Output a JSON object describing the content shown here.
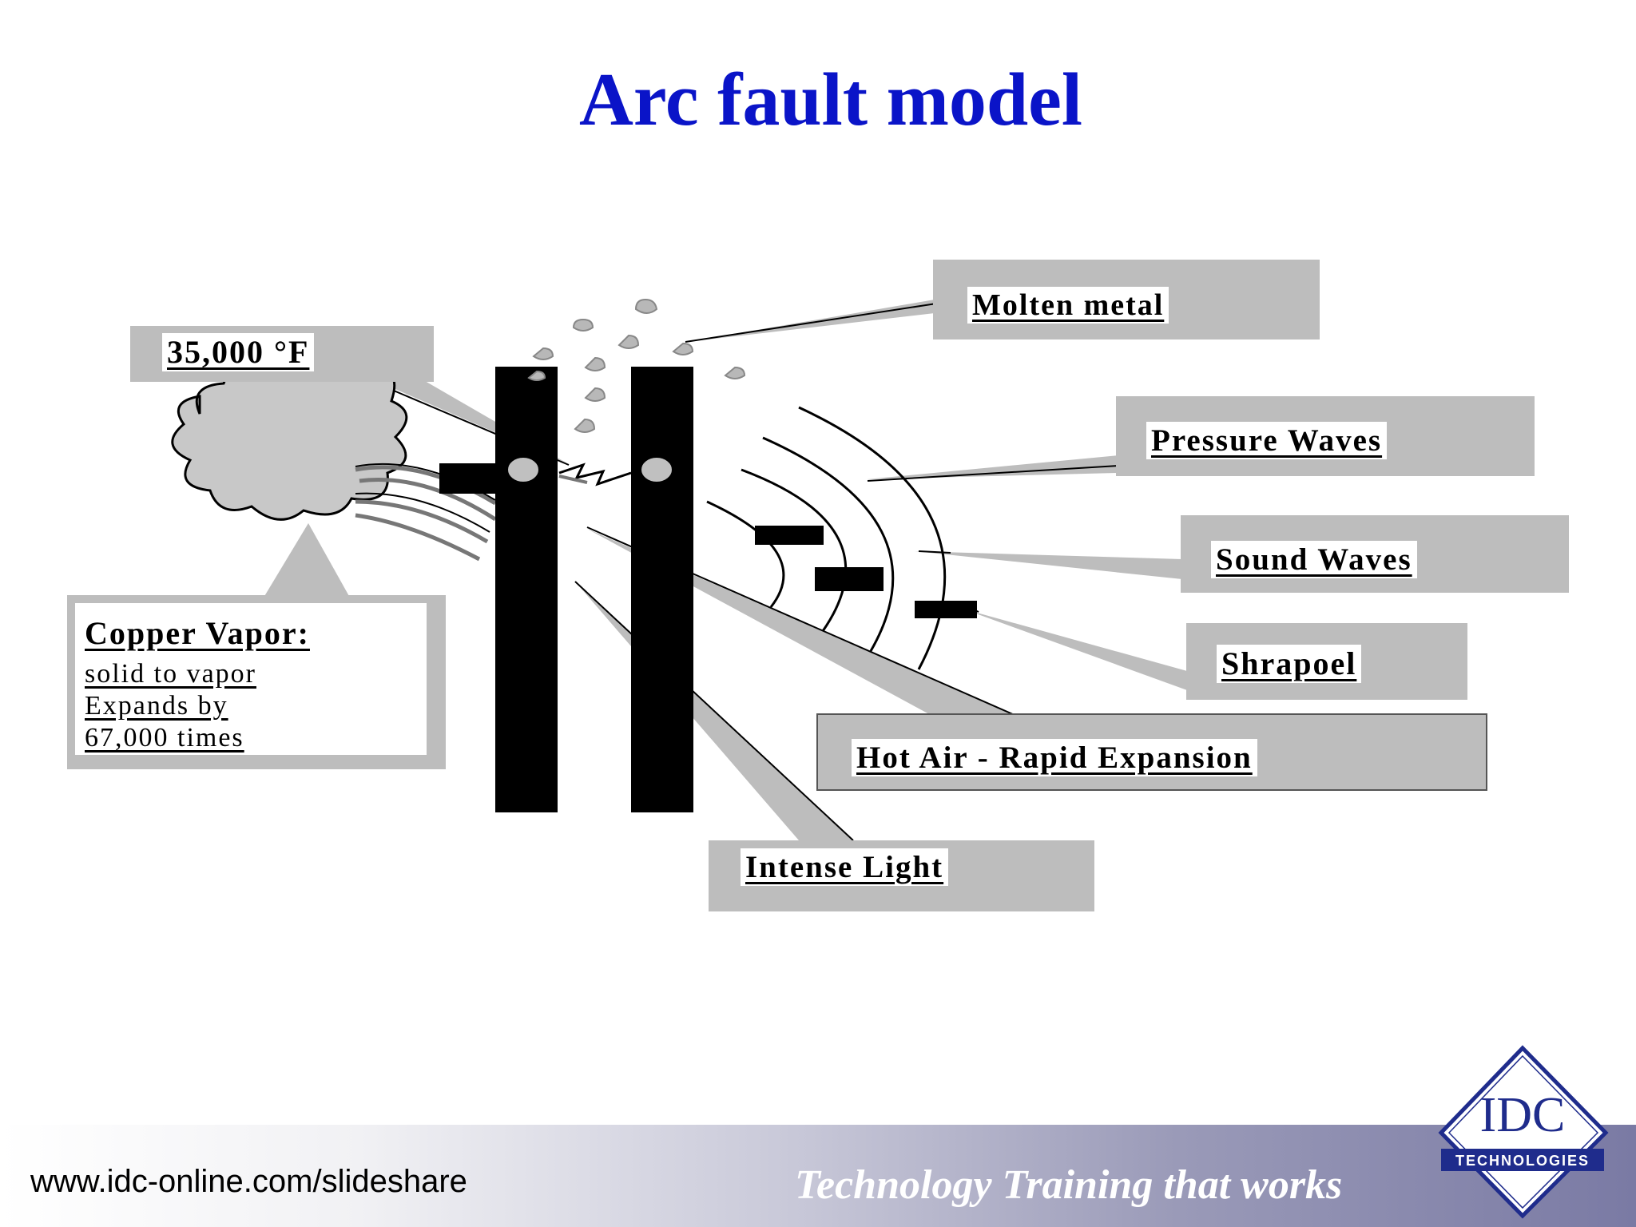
{
  "title": "Arc fault model",
  "labels": {
    "temperature": "35,000 °F",
    "molten_metal": "Molten metal",
    "pressure_waves": "Pressure Waves",
    "sound_waves": "Sound Waves",
    "shrapnel": "Shrapoel",
    "hot_air": "Hot Air - Rapid Expansion",
    "intense_light": "Intense Light",
    "copper_vapor": {
      "heading": "Copper Vapor:",
      "line1": "solid to vapor",
      "line2": "Expands by",
      "line3": "67,000 times"
    }
  },
  "footer": {
    "url": "www.idc-online.com/slideshare",
    "tagline": "Technology Training that works"
  },
  "logo": {
    "name": "IDC",
    "subtitle": "TECHNOLOGIES"
  },
  "colors": {
    "title": "#0a14c8",
    "callout_box": "#bdbdbd",
    "electrode": "#000000",
    "logo_blue": "#1f2c8c"
  }
}
